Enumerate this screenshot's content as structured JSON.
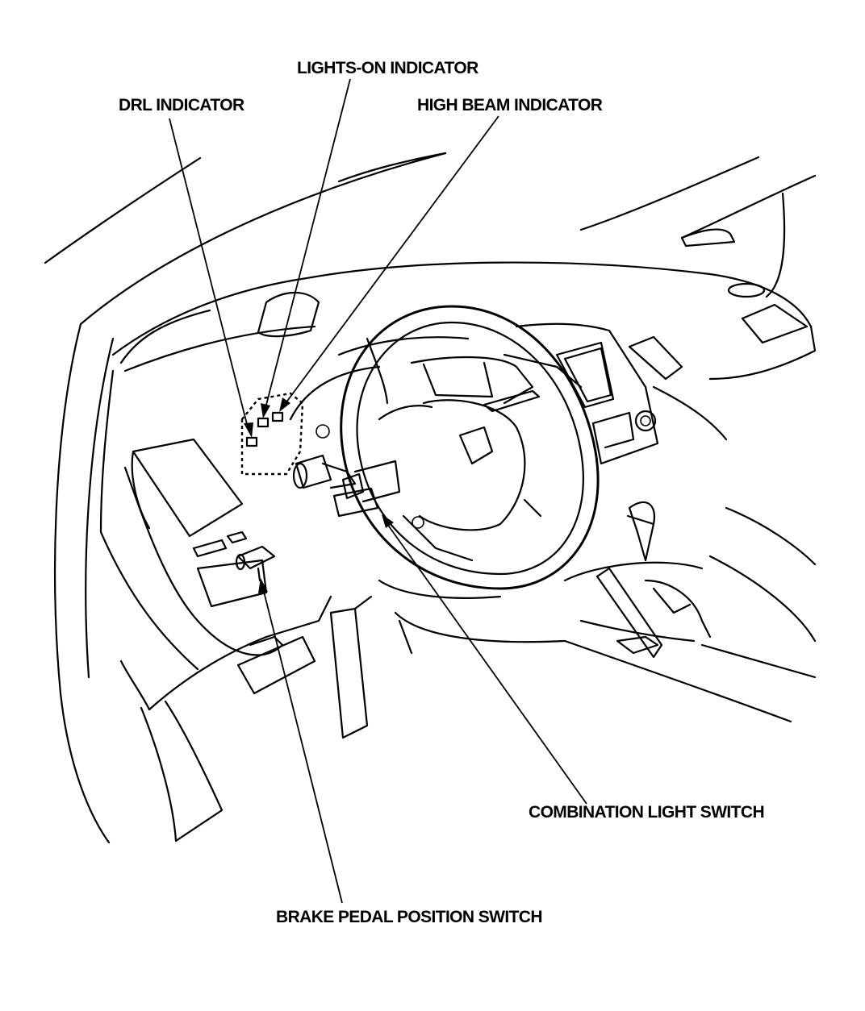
{
  "diagram": {
    "labels": {
      "lights_on_indicator": "LIGHTS-ON INDICATOR",
      "drl_indicator": "DRL INDICATOR",
      "high_beam_indicator": "HIGH BEAM INDICATOR",
      "combination_light_switch": "COMBINATION LIGHT SWITCH",
      "brake_pedal_position_switch": "BRAKE PEDAL POSITION SWITCH"
    }
  }
}
